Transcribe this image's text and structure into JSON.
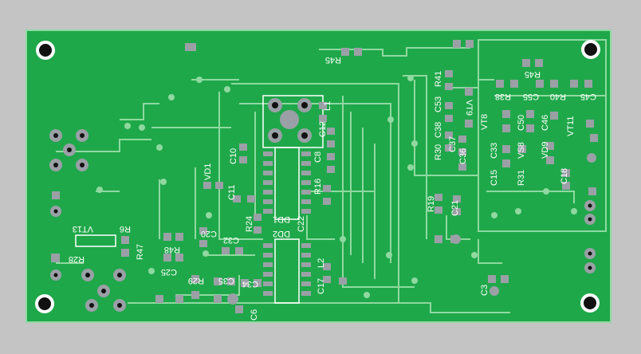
{
  "colors": {
    "background": "#c4c4c4",
    "board": "#1fa84a",
    "copper": "#8fd9a0",
    "pad": "#9aa0a6",
    "hole": "#111111",
    "silk": "#ffffff"
  },
  "labels": {
    "r45_top": "R45",
    "l1": "L1",
    "c12": "C12",
    "c10": "C10",
    "vd1": "VD1",
    "c8": "C8",
    "c11": "C11",
    "r16": "R16",
    "dd1": "DD1",
    "r24": "R24",
    "dd2": "DD2",
    "c22": "C22",
    "c20": "C20",
    "c32": "C32",
    "r47": "R47",
    "r48": "R48",
    "r6": "R6",
    "vt13": "VT13",
    "r28": "R28",
    "c25": "C25",
    "r29": "R29",
    "c35": "C35",
    "c34": "C34",
    "c6": "C6",
    "l2": "L2",
    "c17": "C17",
    "r41": "R41",
    "c53": "C53",
    "c38": "C38",
    "r30": "R30",
    "c36": "C36",
    "c37": "C37",
    "vt9": "VT9",
    "vt8": "VT8",
    "r19": "R19",
    "c21": "C21",
    "r45_right": "R45",
    "r38": "R38",
    "c55": "C55",
    "r40": "R40",
    "c45": "C45",
    "c50": "C50",
    "c46": "C46",
    "vt11": "VT11",
    "c15": "C15",
    "c33": "C33",
    "vs8": "VS8",
    "vd9": "VD9",
    "r31": "R31",
    "c18": "C18",
    "c3": "C3"
  }
}
